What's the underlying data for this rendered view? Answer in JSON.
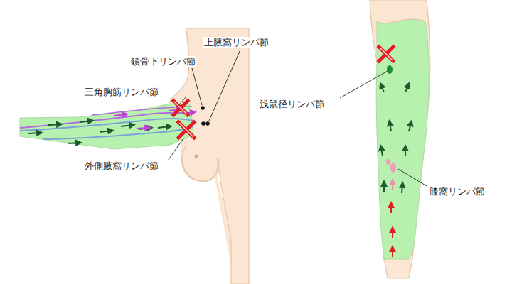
{
  "diagram": {
    "labels": [
      "上腋窩リンパ節",
      "鎖骨下リンパ節",
      "三角胸筋リンパ節",
      "外側腋窩リンパ節",
      "浅鼠径リンパ節",
      "膝窩リンパ節"
    ]
  }
}
